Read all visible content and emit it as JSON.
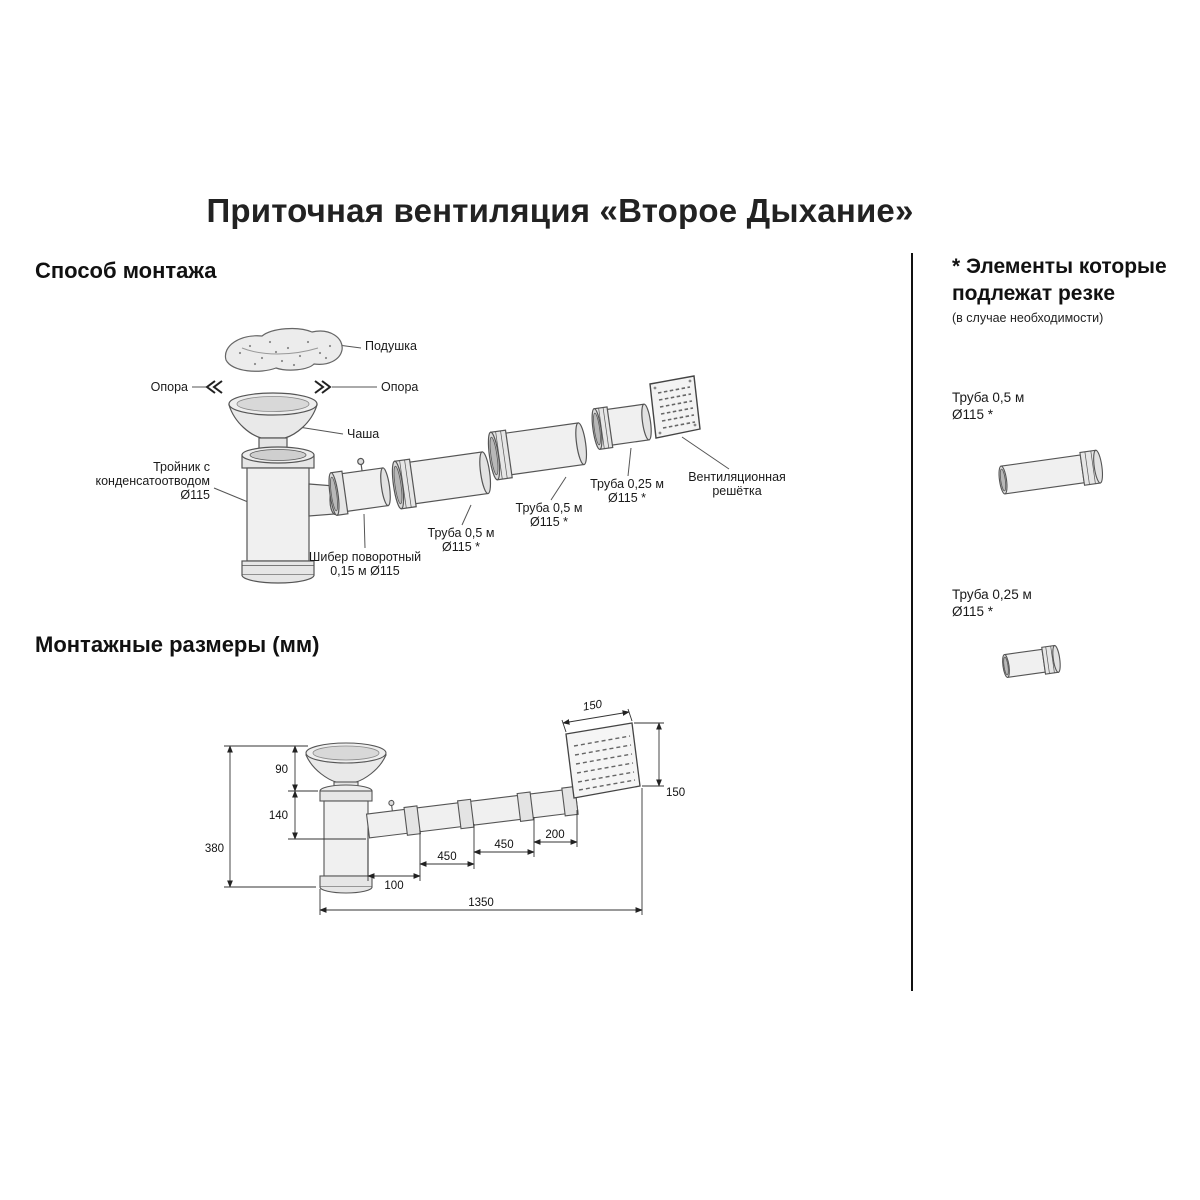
{
  "title": "Приточная вентиляция «Второе Дыхание»",
  "section_method": {
    "heading": "Способ монтажа",
    "labels": {
      "pillow": "Подушка",
      "support_left": "Опора",
      "support_right": "Опора",
      "bowl": "Чаша",
      "tee_line1": "Тройник с",
      "tee_line2": "конденсатоотводом",
      "tee_line3": "Ø115",
      "damper_line1": "Шибер поворотный",
      "damper_line2": "0,15 м Ø115",
      "pipe05a_line1": "Труба 0,5 м",
      "pipe05a_line2": "Ø115 *",
      "pipe05b_line1": "Труба 0,5 м",
      "pipe05b_line2": "Ø115 *",
      "pipe025_line1": "Труба 0,25 м",
      "pipe025_line2": "Ø115 *",
      "grille_line1": "Вентиляционная",
      "grille_line2": "решётка"
    }
  },
  "section_dimensions": {
    "heading": "Монтажные размеры (мм)",
    "dims": {
      "grille_width": "150",
      "grille_height": "150",
      "bowl_height": "90",
      "tee_height": "140",
      "total_height": "380",
      "seg_a": "100",
      "seg_b": "450",
      "seg_c": "450",
      "seg_d": "200",
      "total_length": "1350"
    }
  },
  "side_panel": {
    "heading_line1": "* Элементы которые",
    "heading_line2": "подлежат резке",
    "note": "(в случае необходимости)",
    "items": [
      {
        "line1": "Труба 0,5 м",
        "line2": "Ø115 *"
      },
      {
        "line1": "Труба 0,25 м",
        "line2": "Ø115 *"
      }
    ]
  }
}
